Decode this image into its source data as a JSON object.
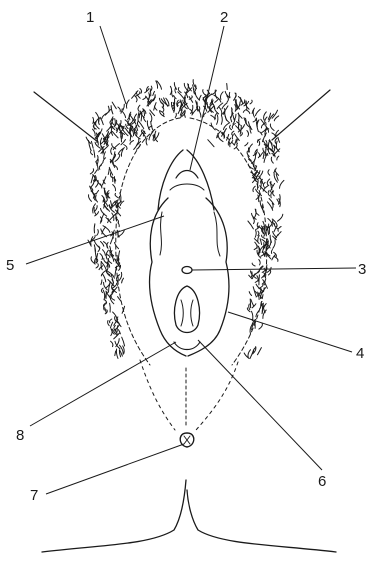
{
  "figure": {
    "line_color": "#1a1a1a",
    "background": "#ffffff",
    "callouts": [
      {
        "id": "c1",
        "label": "1"
      },
      {
        "id": "c2",
        "label": "2"
      },
      {
        "id": "c3",
        "label": "3"
      },
      {
        "id": "c4",
        "label": "4"
      },
      {
        "id": "c5",
        "label": "5"
      },
      {
        "id": "c6",
        "label": "6"
      },
      {
        "id": "c7",
        "label": "7"
      },
      {
        "id": "c8",
        "label": "8"
      }
    ]
  }
}
